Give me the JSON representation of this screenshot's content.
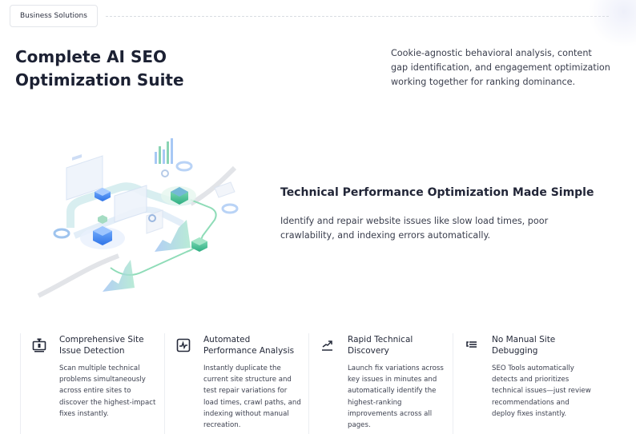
{
  "header": {
    "badge_label": "Business Solutions"
  },
  "hero": {
    "title_line1": "Complete AI SEO",
    "title_line2": "Optimization Suite",
    "description": "Cookie-agnostic behavioral analysis, content gap identification, and engagement optimization working together for ranking dominance."
  },
  "feature": {
    "title": "Technical Performance Optimization Made Simple",
    "description": "Identify and repair website issues like slow load times, poor crawlability, and indexing errors automatically.",
    "illustration": "isometric-network-illustration"
  },
  "cards": [
    {
      "icon": "monitor-scan-icon",
      "title": "Comprehensive Site Issue Detection",
      "text": "Scan multiple technical problems simultaneously across entire sites to discover the highest-impact fixes instantly."
    },
    {
      "icon": "activity-chart-icon",
      "title": "Automated Performance Analysis",
      "text": "Instantly duplicate the current site structure and test repair variations for load times, crawl paths, and indexing without manual recreation."
    },
    {
      "icon": "trending-up-icon",
      "title": "Rapid Technical Discovery",
      "text": "Launch fix variations across key issues in minutes and automatically identify the highest-ranking improvements across all pages."
    },
    {
      "icon": "list-check-icon",
      "title": "No Manual Site Debugging",
      "text": "SEO Tools automatically detects and prioritizes technical issues—just review recommendations and deploy fixes instantly."
    }
  ],
  "colors": {
    "heading": "#1c2133",
    "body_text": "#3a3e4d",
    "border": "#e3e5ea",
    "accent_blue": "#4a8cf0",
    "accent_green": "#4fc99a"
  }
}
